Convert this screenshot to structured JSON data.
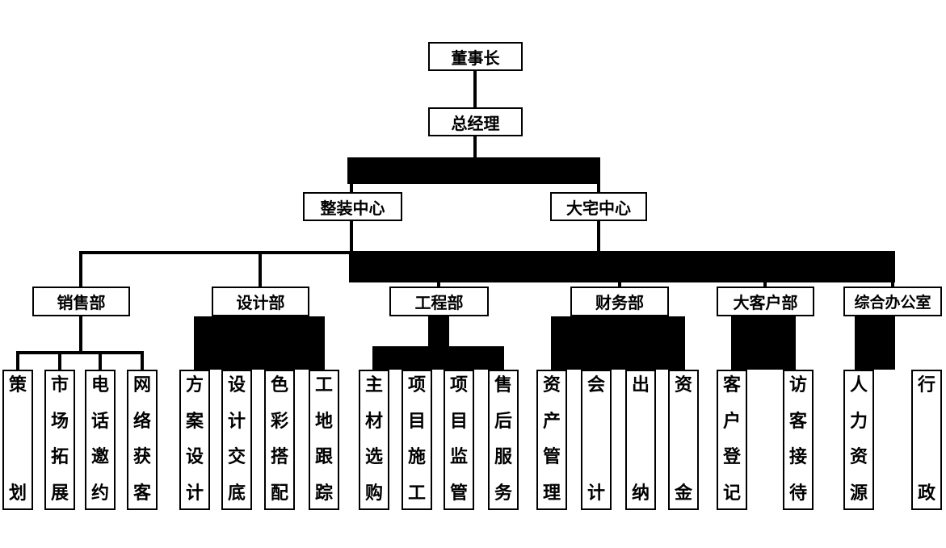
{
  "chart": {
    "chairman": "董事长",
    "general_manager": "总经理",
    "centers": [
      {
        "label": "整装中心"
      },
      {
        "label": "大宅中心"
      }
    ],
    "departments": [
      {
        "label": "销售部",
        "children": [
          "策划",
          "市场拓展",
          "电话邀约",
          "网络获客"
        ]
      },
      {
        "label": "设计部",
        "children": [
          "方案设计",
          "设计交底",
          "色彩搭配",
          "工地跟踪"
        ]
      },
      {
        "label": "工程部",
        "children": [
          "主材选购",
          "项目施工",
          "项目监管",
          "售后服务"
        ]
      },
      {
        "label": "财务部",
        "children": [
          "资产管理",
          "会计",
          "出纳",
          "资金"
        ]
      },
      {
        "label": "大客户部",
        "children": [
          "客户登记",
          "访客接待"
        ]
      },
      {
        "label": "综合办公室",
        "children": [
          "人力资源",
          "行政"
        ]
      }
    ],
    "colors": {
      "line": "#000000",
      "box_border": "#000000",
      "box_fill": "#ffffff",
      "text": "#000000",
      "background": "#ffffff"
    }
  }
}
